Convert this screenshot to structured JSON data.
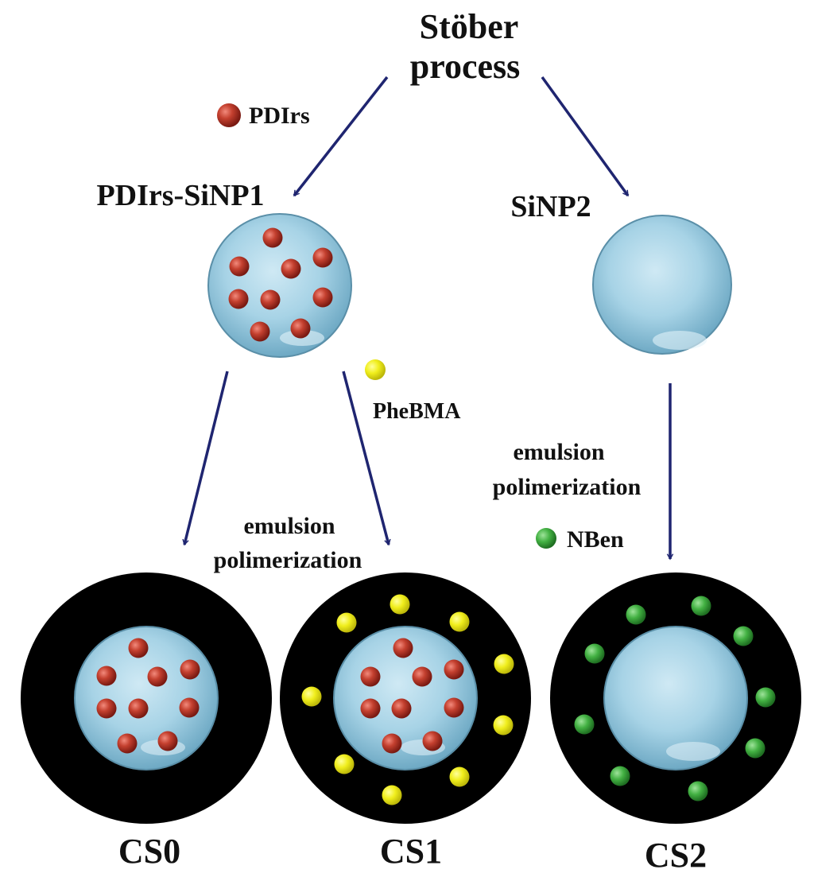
{
  "title_line1": "Stöber",
  "title_line2": "process",
  "nodes": {
    "pdirs_sinp1": "PDIrs-SiNP1",
    "sinp2": "SiNP2",
    "cs0": "CS0",
    "cs1": "CS1",
    "cs2": "CS2"
  },
  "reagents": {
    "pdirs": "PDIrs",
    "phebma": "PheBMA",
    "nben": "NBen"
  },
  "steps": {
    "emulsion_left_line1": "emulsion",
    "emulsion_left_line2": "polimerization",
    "emulsion_right_line1": "emulsion",
    "emulsion_right_line2": "polimerization"
  },
  "colors": {
    "arrow": "#1f2570",
    "pdirs_dot": "#b33a2a",
    "phebma_dot": "#ecec1a",
    "nben_dot": "#3fae3f",
    "shell": "#000000",
    "silica": "#a9d4e6"
  }
}
